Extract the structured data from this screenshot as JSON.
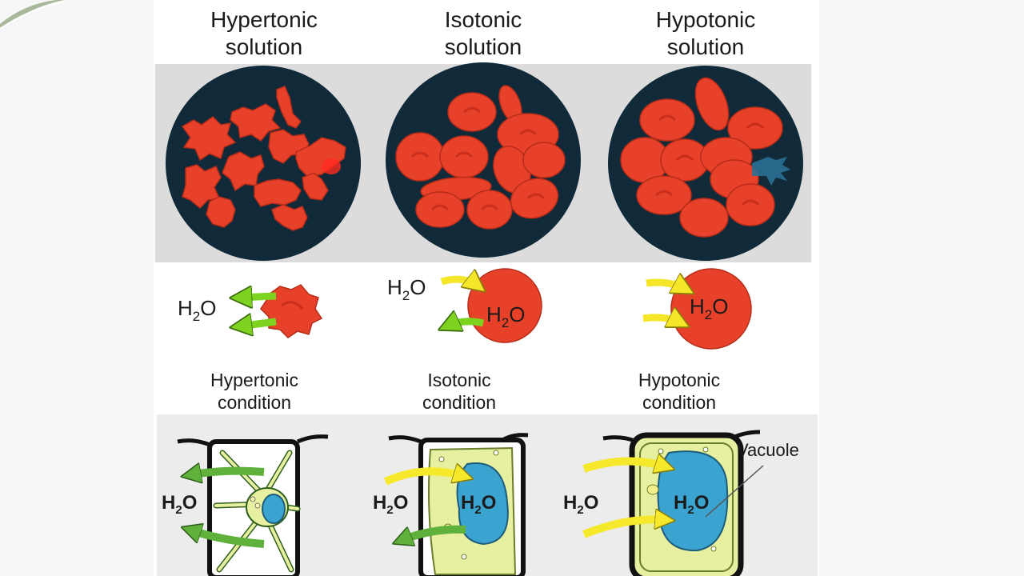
{
  "slide": {
    "background": "#f6f6f6"
  },
  "rbc": {
    "headings": [
      {
        "line1": "Hypertonic",
        "line2": "solution"
      },
      {
        "line1": "Isotonic",
        "line2": "solution"
      },
      {
        "line1": "Hypotonic",
        "line2": "solution"
      }
    ],
    "water_label_a": "H",
    "water_label_sub": "2",
    "water_label_b": "O",
    "colors": {
      "cell": "#e8412a",
      "cell_dark": "#c92f1b",
      "field": "#102a3a",
      "arrow_green": "#7ed321",
      "arrow_yellow": "#f5e62a"
    }
  },
  "plant": {
    "headings": [
      {
        "line1": "Hypertonic",
        "line2": "condition"
      },
      {
        "line1": "Isotonic",
        "line2": "condition"
      },
      {
        "line1": "Hypotonic",
        "line2": "condition"
      }
    ],
    "vacuole_label": "Vacuole",
    "colors": {
      "cytoplasm": "#e6f0a0",
      "vacuole": "#3ba3d0",
      "wall": "#111111",
      "arrow_green": "#5fb13c",
      "arrow_yellow": "#f6e82a"
    }
  }
}
